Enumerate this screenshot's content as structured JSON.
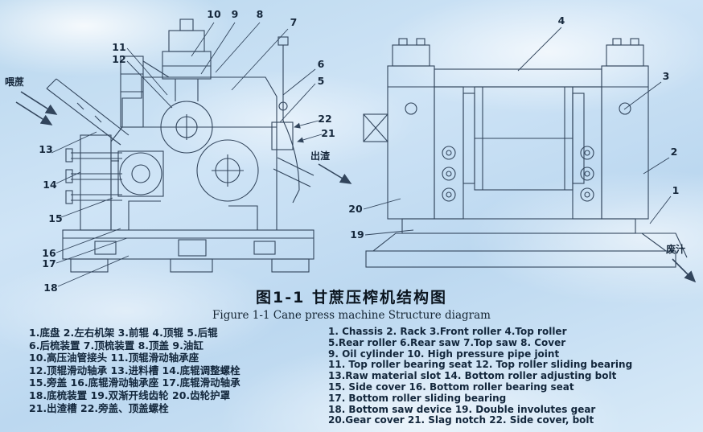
{
  "title": {
    "zh": "图1-1 甘蔗压榨机结构图",
    "en": "Figure 1-1 Cane press machine Structure diagram"
  },
  "flow_labels": {
    "feed": "喂蔗",
    "slag": "出渣",
    "juice": "废汁"
  },
  "callouts": {
    "n1": "1",
    "n2": "2",
    "n3": "3",
    "n4": "4",
    "n5": "5",
    "n6": "6",
    "n7": "7",
    "n8": "8",
    "n9": "9",
    "n10": "10",
    "n11": "11",
    "n12": "12",
    "n13": "13",
    "n14": "14",
    "n15": "15",
    "n16": "16",
    "n17": "17",
    "n18": "18",
    "n19": "19",
    "n20": "20",
    "n21": "21",
    "n22": "22"
  },
  "legend": {
    "zh": [
      "1.底盘 2.左右机架 3.前辊 4.顶辊 5.后辊",
      "6.后梳装置 7.顶梳装置 8.顶盖 9.油缸",
      "10.高压油管接头 11.顶辊滑动轴承座",
      "12.顶辊滑动轴承 13.进料槽 14.底辊调整螺栓",
      "15.旁盖 16.底辊滑动轴承座 17.底辊滑动轴承",
      "18.底梳装置 19.双渐开线齿轮 20.齿轮护罩",
      "21.出渣槽 22.旁盖、顶盖螺栓"
    ],
    "en": [
      "1. Chassis  2. Rack  3.Front roller  4.Top roller",
      "5.Rear roller  6.Rear saw  7.Top saw  8. Cover",
      "9. Oil cylinder  10. High pressure pipe joint",
      "11. Top roller bearing seat  12. Top roller sliding bearing",
      "13.Raw material slot  14. Bottom roller adjusting bolt",
      "15. Side cover  16. Bottom roller bearing seat",
      "17. Bottom roller sliding bearing",
      "18. Bottom saw device  19. Double involutes gear",
      "20.Gear cover  21. Slag notch  22. Side cover, bolt"
    ]
  },
  "colors": {
    "line": "#32455c",
    "text": "#13273c",
    "sky": "#c3dcf0"
  }
}
